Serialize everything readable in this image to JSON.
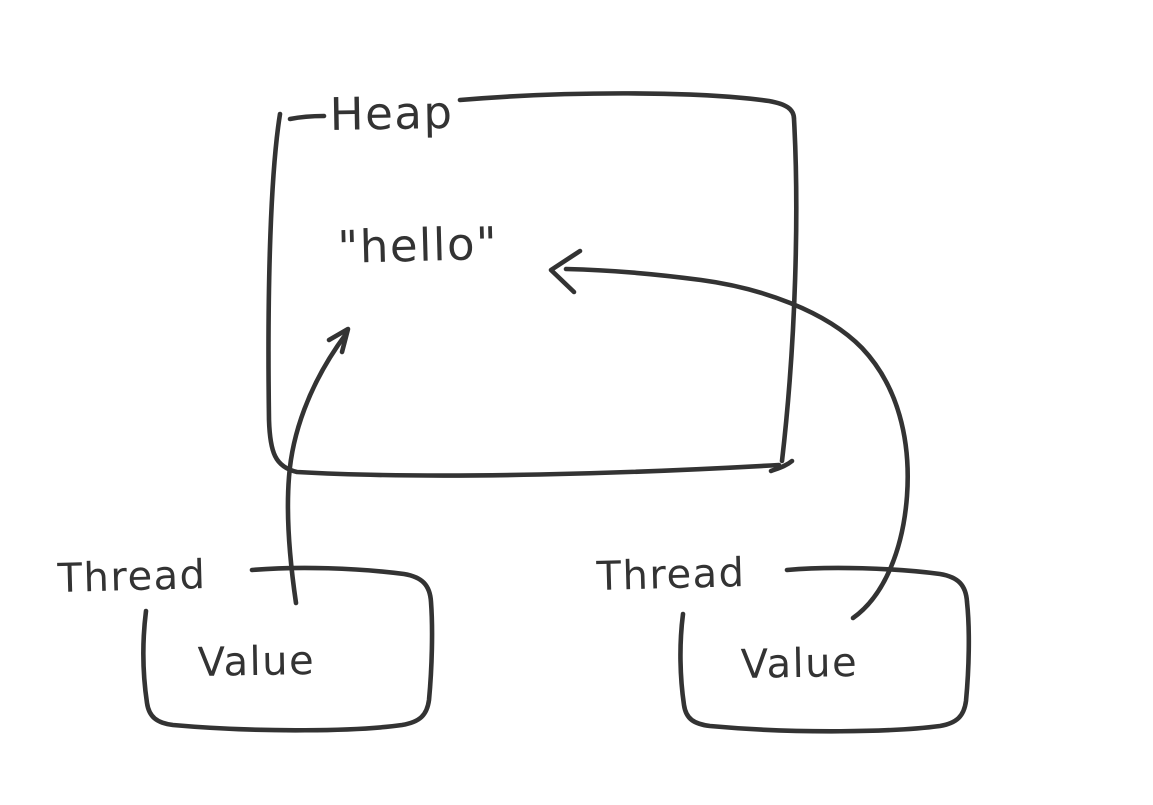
{
  "colors": {
    "ink": "#333333",
    "background": "#ffffff"
  },
  "heap": {
    "label": "Heap",
    "content": "\"hello\""
  },
  "threads": {
    "left": {
      "label": "Thread",
      "value": "Value"
    },
    "right": {
      "label": "Thread",
      "value": "Value"
    }
  }
}
